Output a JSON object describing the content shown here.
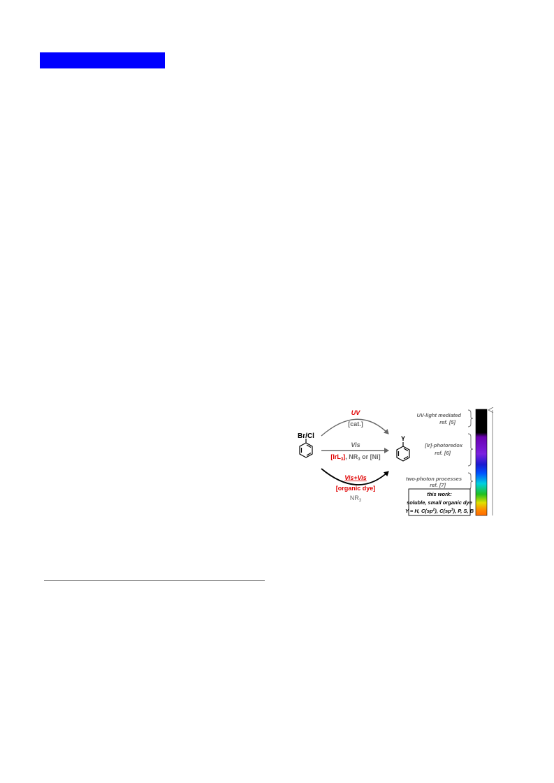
{
  "scheme": {
    "reactant_label": "Br/Cl",
    "product_label": "Y",
    "top_route": {
      "light": "UV",
      "reagent": "[cat.]"
    },
    "middle_route": {
      "light": "Vis",
      "reagent_ir": "[IrL",
      "reagent_ir_sub": "3",
      "reagent_ir_close": "]",
      "reagent_rest_a": ", NR",
      "reagent_rest_sub": "3",
      "reagent_rest_b": " or [Ni]"
    },
    "bottom_route": {
      "light": "Vis+Vis",
      "reagent": "[organic dye]",
      "amine": "NR",
      "amine_sub": "3"
    },
    "categories": [
      {
        "label": "UV-light mediated",
        "ref": "ref. [5]"
      },
      {
        "label": "[Ir]-photoredox",
        "ref": "ref. [6]"
      },
      {
        "label": "two-photon processes",
        "ref": "ref. [7]"
      }
    ],
    "this_work": {
      "title": "this work:",
      "line2": "soluble, small organic dye",
      "line3_a": "Y = H, C(sp",
      "line3_sup1": "2",
      "line3_b": "), C(sp",
      "line3_sup2": "3",
      "line3_c": "), P,  S, B"
    },
    "colors": {
      "header_bar": "#0000ff",
      "highlight_red": "#e00000",
      "route_gray": "#666666"
    }
  }
}
